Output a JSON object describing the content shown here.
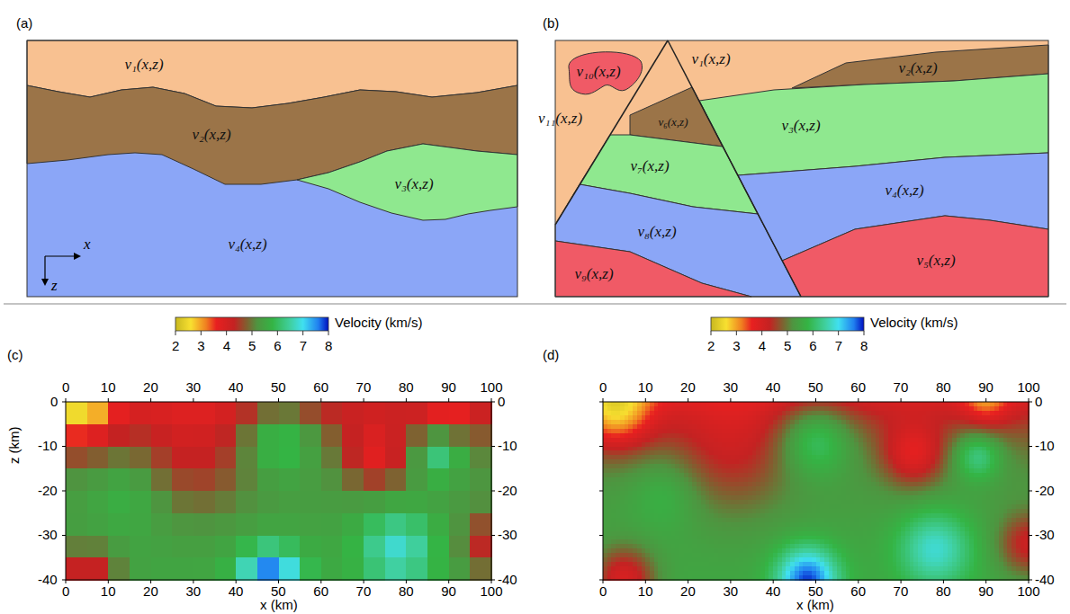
{
  "diagram": {
    "nodes": [
      {
        "text": [
          "v₁(x,z)"
        ]
      },
      {
        "text": [
          "v₂(x,z)"
        ]
      },
      {
        "text": [
          "v₃(x,z)"
        ]
      },
      {
        "text": [
          "v₄(x,z)"
        ]
      },
      {
        "text": [
          "v₁(x,z)"
        ]
      },
      {
        "text": [
          "v₁₁(x,z)"
        ]
      },
      {
        "text": [
          "v₁₀(x,z)"
        ],
        "in": 5
      },
      {
        "text": [
          "v₆(x,z)"
        ]
      },
      {
        "text": [
          "v₂(x,z)"
        ]
      },
      {
        "text": [
          "v₃(x,z)"
        ]
      },
      {
        "text": [
          "v₇(x,z)"
        ]
      },
      {
        "text": [
          "v₄(x,z)"
        ]
      },
      {
        "text": [
          "v₈(x,z)"
        ]
      },
      {
        "text": [
          "v₅(x,z)"
        ]
      },
      {
        "text": [
          "v₉(x,z)"
        ]
      }
    ],
    "labels": [
      "(a)",
      "(b)",
      "x",
      "z",
      "(c)",
      "Velocity (km/s)",
      "2",
      "3",
      "4",
      "5",
      "6",
      "7",
      "8",
      "(d)",
      "Velocity (km/s)",
      "2",
      "3",
      "4",
      "5",
      "6",
      "7",
      "8",
      "0",
      "10",
      "20",
      "30",
      "40",
      "50",
      "60",
      "70",
      "80",
      "90",
      "100",
      "0",
      "10",
      "20",
      "30",
      "40",
      "50",
      "60",
      "70",
      "80",
      "90",
      "100",
      "0",
      "-10",
      "-20",
      "-30",
      "-40",
      "0",
      "-10",
      "-20",
      "-30",
      "-40",
      "z (km)",
      "x (km)",
      "0",
      "10",
      "20",
      "30",
      "40",
      "50",
      "60",
      "70",
      "80",
      "90",
      "100",
      "0",
      "10",
      "20",
      "30",
      "40",
      "50",
      "60",
      "70",
      "80",
      "90",
      "100",
      "0",
      "-10",
      "-20",
      "-30",
      "-40",
      "x (km)"
    ]
  }
}
